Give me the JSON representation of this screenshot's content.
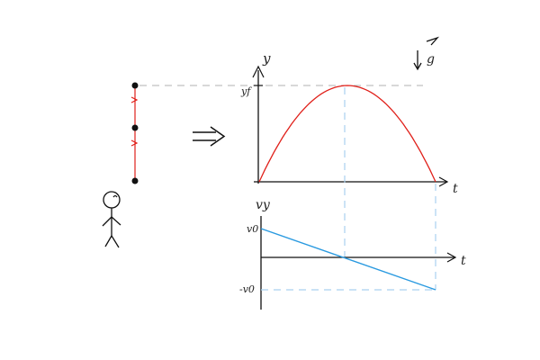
{
  "colors": {
    "ink": "#1a1a1a",
    "trajectory": "#e0201a",
    "velocity": "#2a9ae0",
    "guide_gray": "#b0b0b0",
    "guide_blue": "#a9d0f0"
  },
  "icons": {
    "person": "stick-figure-icon",
    "implies": "double-arrow-icon",
    "gravity": "gravity-arrow-icon",
    "motion_marks": "up-down-arrow-marks"
  },
  "labels": {
    "g": "g",
    "y_axis_top": "y",
    "y_max": "yf",
    "t_axis_top": "t",
    "vy_axis": "vy",
    "v0": "v0",
    "minus_v0": "-v0",
    "t_axis_bottom": "t"
  },
  "graphs": {
    "position": {
      "shape": "parabola",
      "peak_fraction_of_time": 0.5
    },
    "velocity": {
      "shape": "line",
      "start": "v0",
      "end": "-v0",
      "zero_crossing_fraction_of_time": 0.5
    }
  }
}
